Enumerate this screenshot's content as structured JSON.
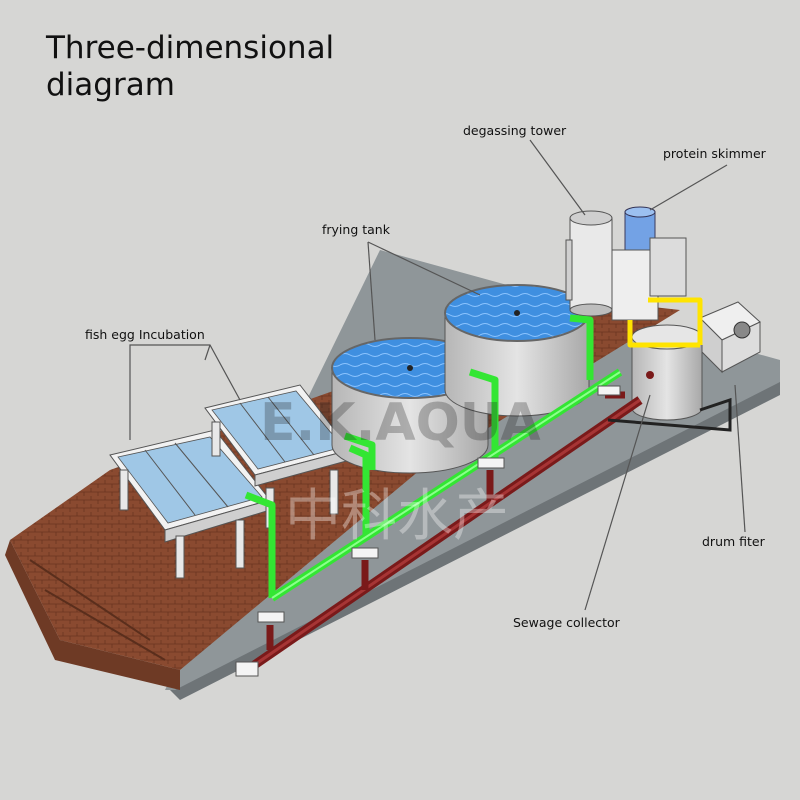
{
  "title_line1": "Three-dimensional",
  "title_line2": "diagram",
  "labels": {
    "degassing_tower": "degassing tower",
    "protein_skimmer": "protein skimmer",
    "frying_tank": "frying tank",
    "fish_egg_incubation": "fish egg Incubation",
    "drum_filter": "drum fiter",
    "sewage_collector": "Sewage collector"
  },
  "watermark": {
    "latin": "E.K.AQUA",
    "chinese": "中科水产"
  },
  "colors": {
    "background": "#d6d6d4",
    "floor": "#8f9699",
    "brick": "#8a4a30",
    "water": "#3f8fe0",
    "green_pipe": "#33e633",
    "red_pipe": "#7a1a1a",
    "yellow_pipe": "#ffe400"
  }
}
